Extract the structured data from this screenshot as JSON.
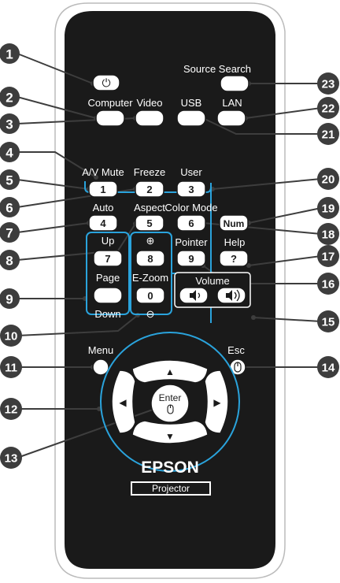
{
  "remote": {
    "labels": {
      "source_search": "Source Search",
      "computer": "Computer",
      "video": "Video",
      "usb": "USB",
      "lan": "LAN",
      "av_mute": "A/V Mute",
      "freeze": "Freeze",
      "user": "User",
      "auto": "Auto",
      "aspect": "Aspect",
      "color_mode": "Color Mode",
      "pointer": "Pointer",
      "help": "Help",
      "up": "Up",
      "page": "Page",
      "down": "Down",
      "ezoom": "E-Zoom",
      "volume": "Volume",
      "menu": "Menu",
      "esc": "Esc",
      "enter": "Enter"
    },
    "keys": {
      "k1": "1",
      "k2": "2",
      "k3": "3",
      "k4": "4",
      "k5": "5",
      "k6": "6",
      "k7": "7",
      "k8": "8",
      "k9": "9",
      "k0": "0",
      "num": "Num",
      "help_key": "?"
    },
    "glyphs": {
      "power": "⏻",
      "zoom_in": "⊕",
      "zoom_out": "⊖",
      "arrow_up": "▲",
      "arrow_down": "▼",
      "arrow_left": "◀",
      "arrow_right": "▶"
    },
    "brand": "EPSON",
    "badge": "Projector"
  },
  "callouts": [
    "1",
    "2",
    "3",
    "4",
    "5",
    "6",
    "7",
    "8",
    "9",
    "10",
    "11",
    "12",
    "13",
    "14",
    "15",
    "16",
    "17",
    "18",
    "19",
    "20",
    "21",
    "22",
    "23"
  ],
  "colors": {
    "callout": "#3d3d3d",
    "highlight": "#2aa3dc",
    "body": "#1a1a1a",
    "key": "#ffffff"
  },
  "icons": {
    "power": "power-icon",
    "speaker": "speaker-icon",
    "mouse": "mouse-icon"
  }
}
